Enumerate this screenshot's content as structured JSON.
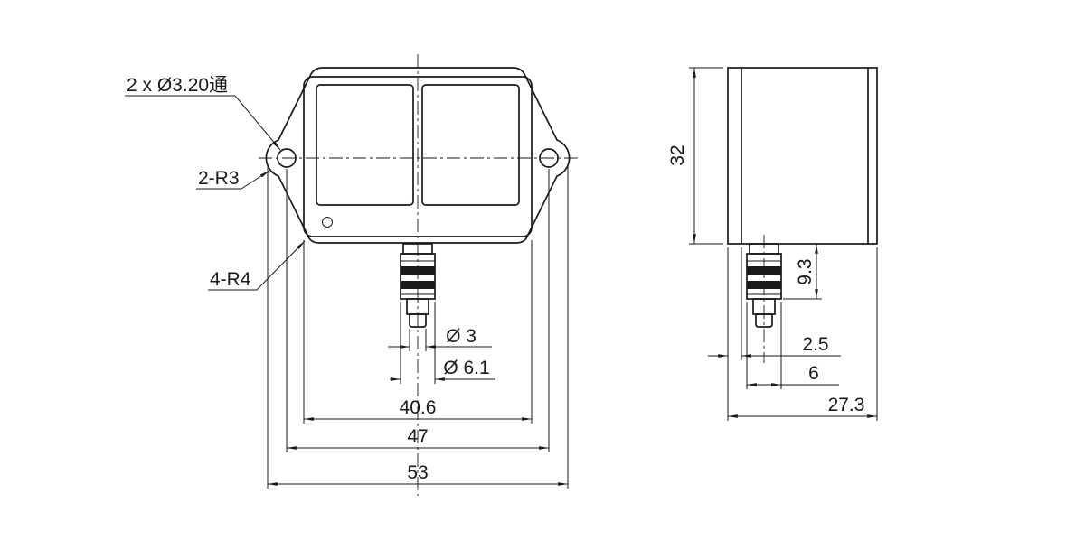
{
  "drawing": {
    "colors": {
      "line": "#1a1a1a",
      "bg": "#ffffff"
    },
    "front_view": {
      "callout_holes": "2 x Ø3.20通",
      "callout_ear_radius": "2-R3",
      "callout_body_radius": "4-R4",
      "dim_pin_diameter": "Ø 3",
      "dim_stem_diameter": "Ø 6.1",
      "dim_body_width": "40.6",
      "dim_hole_spacing": "47",
      "dim_overall_width": "53"
    },
    "side_view": {
      "dim_height": "32",
      "dim_connector_length": "9.3",
      "dim_flange_thickness": "2.5",
      "dim_stem_width": "6",
      "dim_depth": "27.3"
    }
  }
}
